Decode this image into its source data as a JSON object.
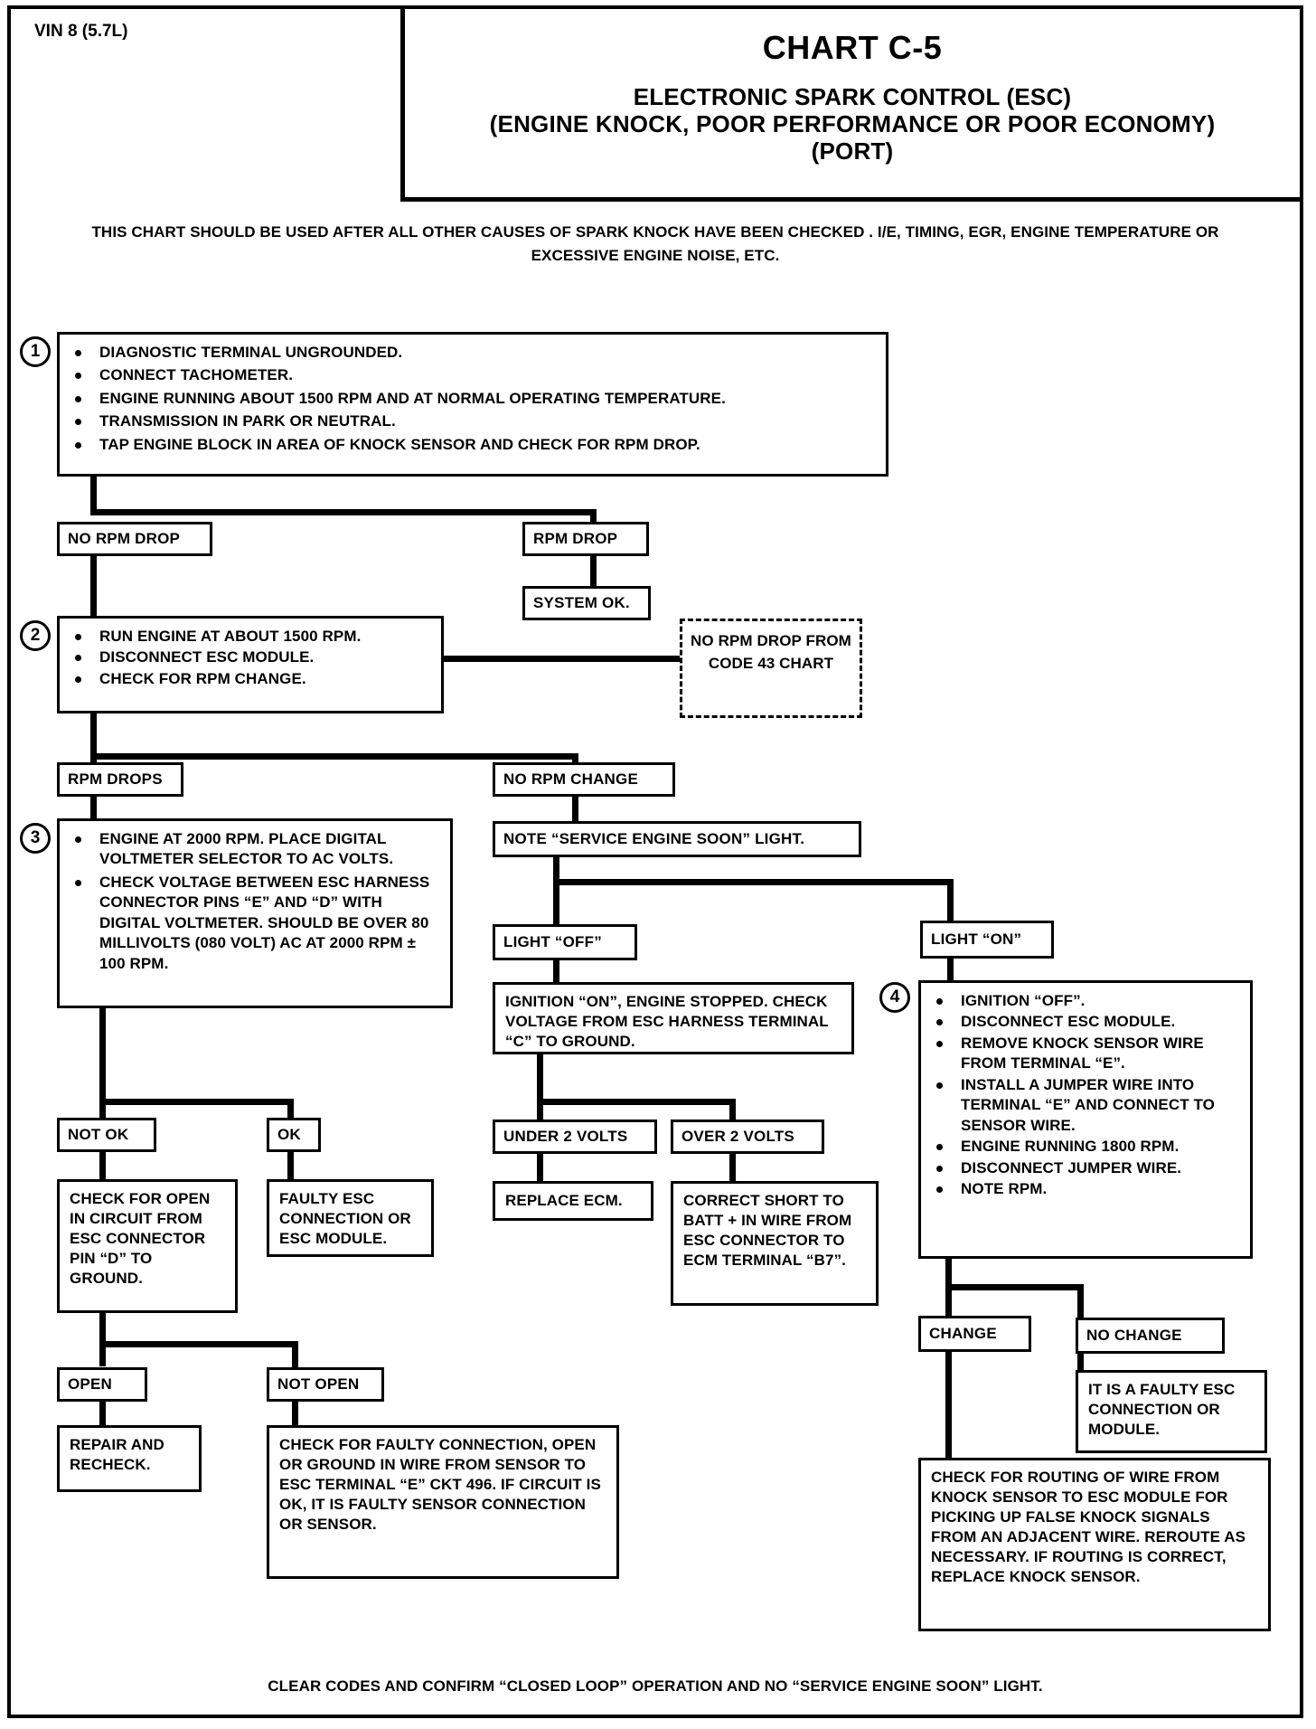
{
  "header": {
    "vin": "VIN 8 (5.7L)",
    "chart_number": "CHART C-5",
    "title_line1": "ELECTRONIC SPARK CONTROL (ESC)",
    "title_line2": "(ENGINE KNOCK, POOR PERFORMANCE OR POOR ECONOMY)",
    "title_line3": "(PORT)"
  },
  "intro_note": "THIS CHART SHOULD BE USED AFTER ALL OTHER CAUSES OF SPARK KNOCK HAVE BEEN CHECKED . I/E, TIMING, EGR, ENGINE TEMPERATURE OR EXCESSIVE ENGINE NOISE, ETC.",
  "footer_note": "CLEAR CODES AND CONFIRM “CLOSED LOOP” OPERATION AND NO “SERVICE ENGINE SOON” LIGHT.",
  "steps": {
    "one": "1",
    "two": "2",
    "three": "3",
    "four": "4"
  },
  "step1": {
    "b1": "DIAGNOSTIC TERMINAL UNGROUNDED.",
    "b2": "CONNECT TACHOMETER.",
    "b3": "ENGINE RUNNING ABOUT 1500 RPM AND AT NORMAL OPERATING TEMPERATURE.",
    "b4": "TRANSMISSION IN PARK OR NEUTRAL.",
    "b5": "TAP ENGINE BLOCK IN AREA OF KNOCK SENSOR AND CHECK FOR RPM DROP."
  },
  "step2": {
    "b1": "RUN ENGINE AT ABOUT 1500 RPM.",
    "b2": "DISCONNECT ESC MODULE.",
    "b3": "CHECK FOR RPM CHANGE."
  },
  "step3": {
    "b1": "ENGINE AT 2000 RPM.  PLACE DIGITAL VOLTMETER SELECTOR TO AC VOLTS.",
    "b2": "CHECK VOLTAGE BETWEEN ESC HARNESS CONNECTOR PINS “E” AND “D” WITH DIGITAL VOLTMETER. SHOULD BE OVER 80 MILLIVOLTS (080 VOLT) AC AT 2000 RPM ± 100 RPM."
  },
  "step4": {
    "b1": "IGNITION “OFF”.",
    "b2": "DISCONNECT ESC MODULE.",
    "b3": "REMOVE KNOCK SENSOR WIRE FROM TERMINAL “E”.",
    "b4": "INSTALL A JUMPER WIRE INTO TERMINAL “E” AND CONNECT TO SENSOR WIRE.",
    "b5": "ENGINE RUNNING 1800 RPM.",
    "b6": "DISCONNECT JUMPER WIRE.",
    "b7": "NOTE RPM."
  },
  "labels": {
    "no_rpm_drop": "NO RPM DROP",
    "rpm_drop": "RPM DROP",
    "system_ok": "SYSTEM OK.",
    "no_rpm_drop_code43": "NO RPM DROP FROM CODE 43 CHART",
    "rpm_drops": "RPM DROPS",
    "no_rpm_change": "NO RPM CHANGE",
    "note_light": "NOTE “SERVICE ENGINE SOON” LIGHT.",
    "light_off": "LIGHT “OFF”",
    "light_on": "LIGHT “ON”",
    "ignition_on_check": "IGNITION “ON”, ENGINE STOPPED. CHECK VOLTAGE FROM ESC HARNESS TERMINAL “C” TO GROUND.",
    "not_ok": "NOT OK",
    "ok": "OK",
    "under_2_volts": "UNDER 2 VOLTS",
    "over_2_volts": "OVER 2 VOLTS",
    "check_open_circuit": "CHECK FOR OPEN IN CIRCUIT FROM ESC CONNECTOR PIN “D” TO GROUND.",
    "faulty_esc_conn": "FAULTY ESC CONNECTION OR ESC MODULE.",
    "replace_ecm": "REPLACE ECM.",
    "correct_short": "CORRECT SHORT TO BATT + IN WIRE FROM ESC CONNECTOR TO ECM TERMINAL “B7”.",
    "open": "OPEN",
    "not_open": "NOT OPEN",
    "repair_recheck": "REPAIR  AND RECHECK.",
    "check_faulty_connection": "CHECK FOR FAULTY CONNECTION, OPEN OR GROUND IN WIRE FROM SENSOR TO ESC TERMINAL “E” CKT 496.  IF CIRCUIT IS OK, IT IS FAULTY SENSOR CONNECTION OR SENSOR.",
    "change": "CHANGE",
    "no_change": "NO CHANGE",
    "it_is_faulty": "IT IS A FAULTY ESC CONNECTION OR MODULE.",
    "check_routing": "CHECK FOR ROUTING OF WIRE FROM KNOCK SENSOR TO ESC MODULE FOR PICKING UP FALSE KNOCK SIGNALS FROM AN ADJACENT WIRE.  REROUTE AS NECESSARY.  IF ROUTING IS CORRECT, REPLACE KNOCK SENSOR."
  },
  "colors": {
    "ink": "#000000",
    "paper": "#ffffff"
  }
}
